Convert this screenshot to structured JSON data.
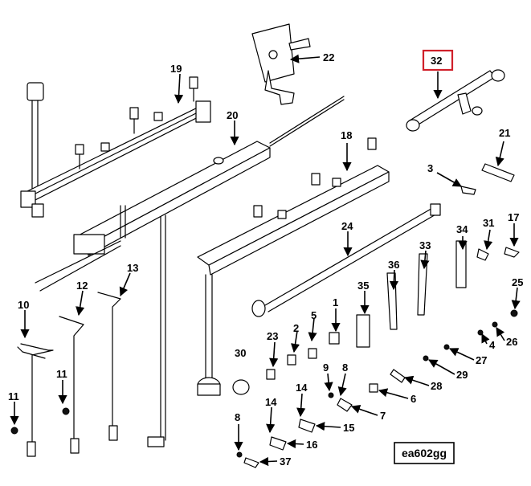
{
  "figure_code": "ea602gg",
  "highlighted_callout": "32",
  "highlight_color": "#d0202a",
  "callouts": [
    "19",
    "20",
    "22",
    "32",
    "21",
    "18",
    "3",
    "17",
    "31",
    "34",
    "33",
    "36",
    "35",
    "24",
    "13",
    "12",
    "10",
    "11",
    "11",
    "25",
    "1",
    "5",
    "2",
    "23",
    "4",
    "26",
    "27",
    "29",
    "28",
    "9",
    "8",
    "30",
    "6",
    "7",
    "14",
    "14",
    "15",
    "16",
    "8",
    "37"
  ]
}
